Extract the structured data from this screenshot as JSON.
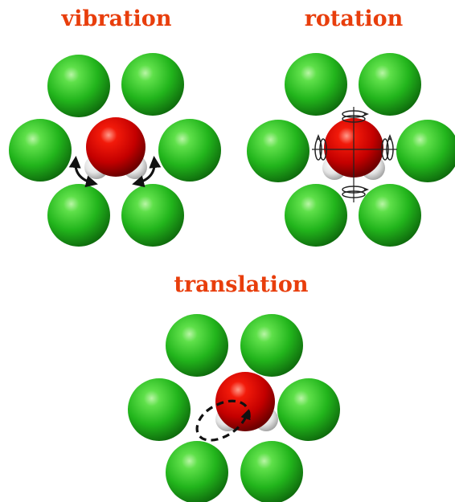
{
  "panels": {
    "vibration": {
      "title": "vibration"
    },
    "rotation": {
      "title": "rotation"
    },
    "translation": {
      "title": "translation"
    }
  },
  "colors": {
    "title": "#e83e0c",
    "neighbor_sphere": "#2db82d",
    "oxygen_sphere": "#d40000",
    "hydrogen_sphere": "#e6e6e6",
    "arrows": "#111111"
  },
  "icons": {
    "vibration_motion": "curved-double-arrow-icon",
    "rotation_motion": "spiral-rotation-icon",
    "translation_motion": "dashed-loop-arrow-icon"
  }
}
